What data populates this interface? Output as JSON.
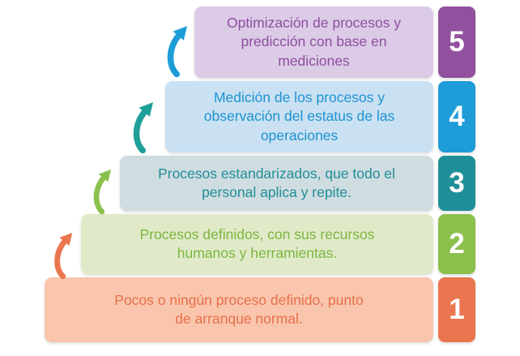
{
  "levels": [
    {
      "number": "5",
      "text": "Optimización de procesos y predicción con base en mediciones",
      "bg": "#dccbe7",
      "accent": "#91519e",
      "text_color": "#8e4fa0"
    },
    {
      "number": "4",
      "text": "Medición de los procesos y observación del estatus de las operaciones",
      "bg": "#c9e1f3",
      "accent": "#1e9cd8",
      "text_color": "#1e93cf"
    },
    {
      "number": "3",
      "text": "Procesos estandarizados, que todo el personal aplica y repite.",
      "bg": "#cfdce0",
      "accent": "#1f8f99",
      "text_color": "#1f8f99"
    },
    {
      "number": "2",
      "text": "Procesos definidos, con sus recursos humanos y herramientas.",
      "bg": "#e0eac9",
      "accent": "#8cc04d",
      "text_color": "#7cb53e"
    },
    {
      "number": "1",
      "text": "Pocos o ningún proceso definido, punto de arranque normal.",
      "bg": "#f9c6ad",
      "accent": "#e9764f",
      "text_color": "#e86f48"
    }
  ],
  "arrows": [
    {
      "name": "arrow-level4-to-5",
      "color": "#1e9cd8"
    },
    {
      "name": "arrow-level3-to-4",
      "color": "#1f9f99"
    },
    {
      "name": "arrow-level2-to-3",
      "color": "#8cc04d"
    },
    {
      "name": "arrow-level1-to-2",
      "color": "#e9764f"
    }
  ]
}
